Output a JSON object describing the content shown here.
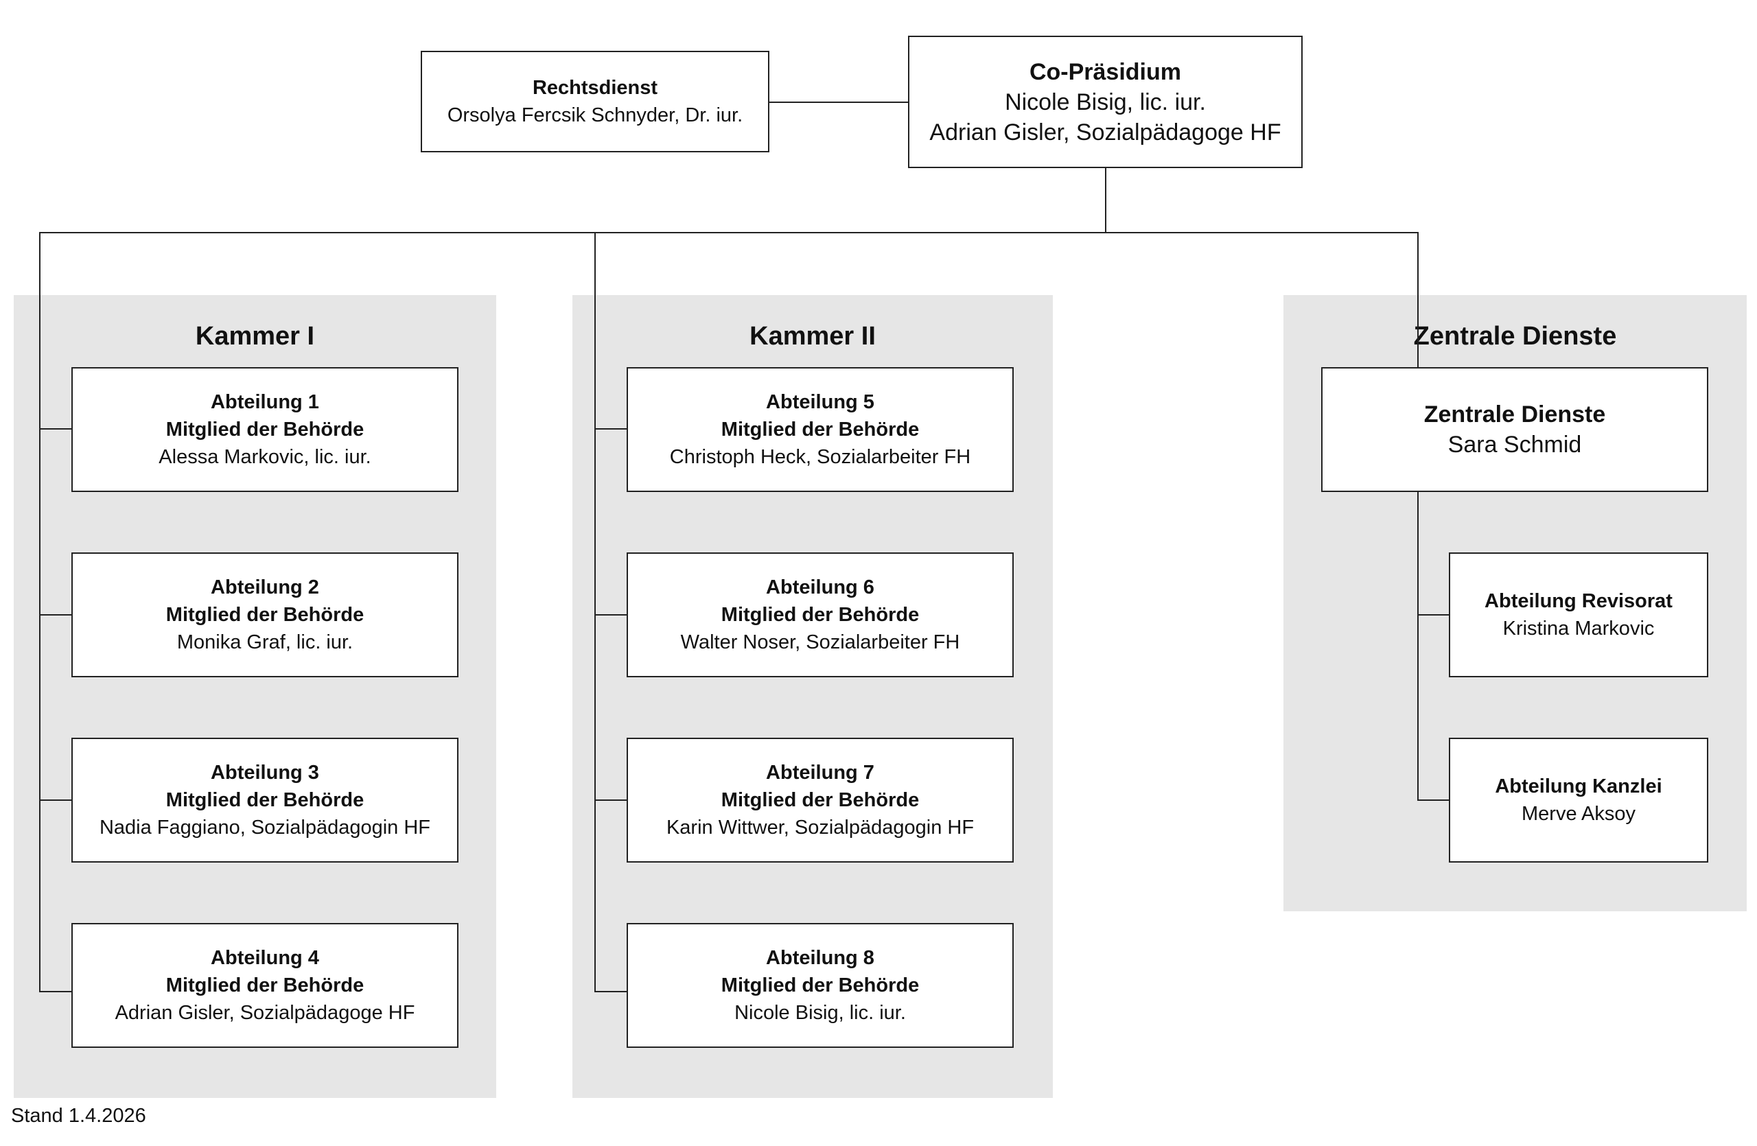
{
  "top": {
    "legal": {
      "title": "Rechtsdienst",
      "names": [
        "Orsolya Fercsik Schnyder, Dr. iur."
      ]
    },
    "presidium": {
      "title": "Co-Präsidium",
      "names": [
        "Nicole Bisig, lic. iur.",
        "Adrian Gisler, Sozialpädagoge HF"
      ]
    }
  },
  "kammer1": {
    "title": "Kammer I",
    "units": [
      {
        "title": "Abteilung 1",
        "role": "Mitglied der Behörde",
        "name": "Alessa Markovic, lic. iur."
      },
      {
        "title": "Abteilung 2",
        "role": "Mitglied der Behörde",
        "name": "Monika Graf, lic. iur."
      },
      {
        "title": "Abteilung 3",
        "role": "Mitglied der Behörde",
        "name": "Nadia Faggiano, Sozialpädagogin HF"
      },
      {
        "title": "Abteilung 4",
        "role": "Mitglied der Behörde",
        "name": "Adrian Gisler, Sozialpädagoge HF"
      }
    ]
  },
  "kammer2": {
    "title": "Kammer II",
    "units": [
      {
        "title": "Abteilung 5",
        "role": "Mitglied der Behörde",
        "name": "Christoph Heck, Sozialarbeiter FH"
      },
      {
        "title": "Abteilung 6",
        "role": "Mitglied der Behörde",
        "name": "Walter Noser, Sozialarbeiter FH"
      },
      {
        "title": "Abteilung 7",
        "role": "Mitglied der Behörde",
        "name": "Karin Wittwer, Sozialpädagogin HF"
      },
      {
        "title": "Abteilung 8",
        "role": "Mitglied der Behörde",
        "name": "Nicole Bisig, lic. iur."
      }
    ]
  },
  "zentral": {
    "title": "Zentrale Dienste",
    "head": {
      "title": "Zentrale Dienste",
      "name": "Sara Schmid"
    },
    "units": [
      {
        "title": "Abteilung Revisorat",
        "name": "Kristina Markovic"
      },
      {
        "title": "Abteilung Kanzlei",
        "name": "Merve Aksoy"
      }
    ]
  },
  "footer": "Stand 1.4.2026"
}
